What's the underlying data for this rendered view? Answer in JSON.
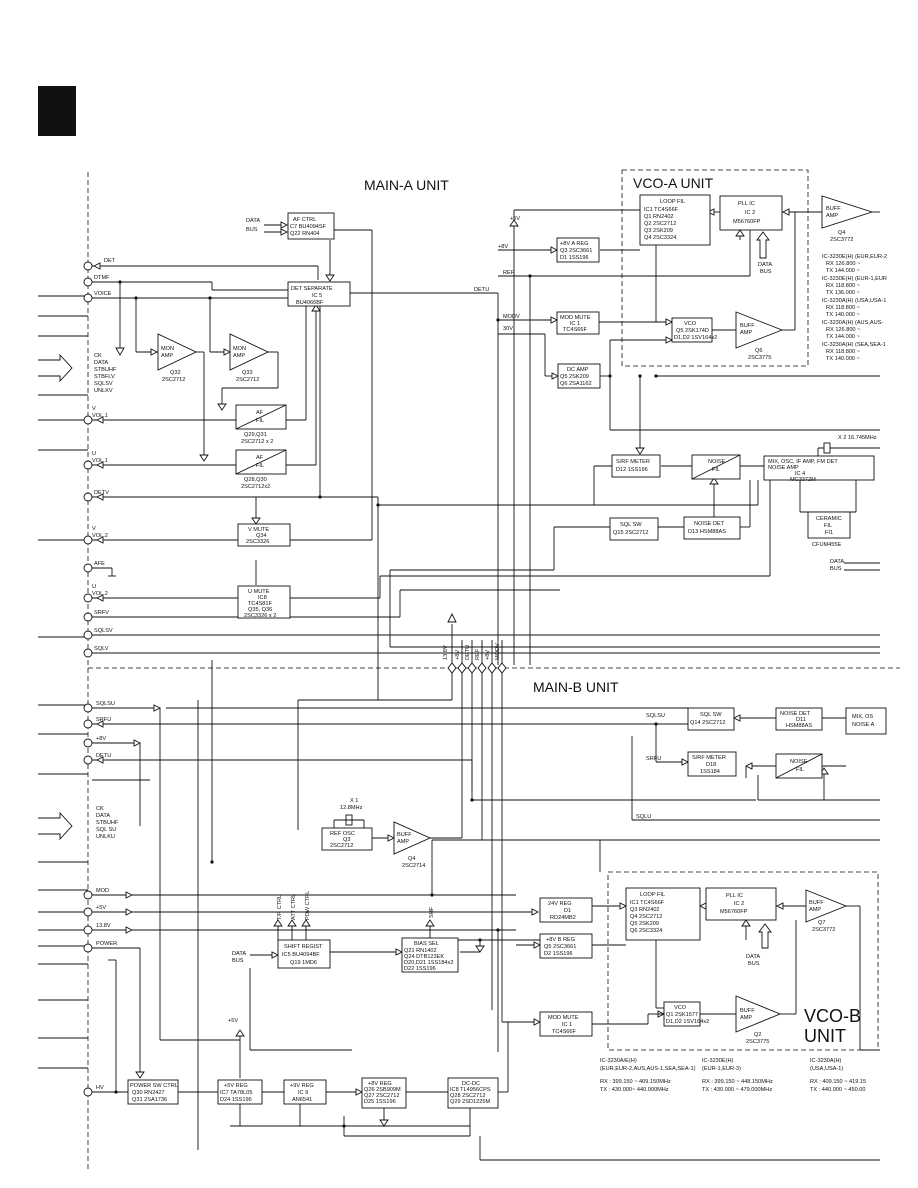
{
  "units": {
    "main_a": "MAIN-A UNIT",
    "vco_a": "VCO-A UNIT",
    "main_b": "MAIN-B UNIT",
    "vco_b_line1": "VCO-B",
    "vco_b_line2": "UNIT"
  },
  "connector_a": {
    "det": "DET",
    "dtmf": "DTMF",
    "voice": "VOICE",
    "bus_lines": [
      "CK",
      "DATA",
      "STBUHF",
      "STBFLV",
      "SQLSV",
      "UNLKV"
    ],
    "v_vol1": [
      "V",
      "VOL.1"
    ],
    "u_vol1": [
      "U",
      "VOL.1"
    ],
    "detv": "DETV",
    "v_vol2": [
      "V",
      "VOL.2"
    ],
    "afe": "AFE",
    "u_vol2": [
      "U",
      "VOL.2"
    ],
    "srfv": "SRFV",
    "sqlsv": "SQLSV",
    "sqlv": "SQLV"
  },
  "connector_b": {
    "sqlsu": "SQLSU",
    "srfu": "SRFU",
    "p8v": "+8V",
    "detu": "DETU",
    "bus_lines": [
      "CK",
      "DATA",
      "STBUHF",
      "SQL SU",
      "UNLKU"
    ],
    "mod": "MOD",
    "p5v": "+5V",
    "p138v": "13.8V",
    "power": "POWER",
    "hv": "HV"
  },
  "main_a": {
    "af_ctrl": [
      "AF CTRL",
      "C7 BU4094SF",
      "Q22 RN404"
    ],
    "data": "DATA",
    "bus": "BUS",
    "det_sep": [
      "DET SEPARATE",
      "IC 5",
      "BU4066BF"
    ],
    "detu": "DETU",
    "mon_amp_1": [
      "MON",
      "AMP"
    ],
    "q32": [
      "Q32",
      "2SC2712"
    ],
    "mon_amp_2": [
      "MON",
      "AMP"
    ],
    "q33": [
      "Q33",
      "2SC2712"
    ],
    "af_fil_v": [
      "AF",
      "FIL"
    ],
    "q29": [
      "Q29,Q31",
      "2SC2712 x 2"
    ],
    "af_fil_u": [
      "AF",
      "FIL"
    ],
    "q28": [
      "Q28,Q30",
      "2SC2712x2"
    ],
    "v_mute": [
      "V MUTE",
      "Q34",
      "2SC3326"
    ],
    "u_mute": [
      "U MUTE",
      "IC8",
      "TC4S81F",
      "Q35, Q36",
      "2SC3326 x 2"
    ],
    "p8v_areg": [
      "+8V A REG",
      "Q3 2SC3661",
      "D1 1SS196"
    ],
    "p5v": "+5V",
    "p8v": "+8V",
    "ref": "REF",
    "modv": "MODV",
    "p30v": "30V",
    "mod_mute": [
      "MOD MUTE",
      "IC 1",
      "TC4S66F"
    ],
    "dc_amp": [
      "DC AMP",
      "Q5 2SK209",
      "Q6 2SA1162"
    ],
    "sr_meter": [
      "S/RF METER",
      "D12 1SS196"
    ],
    "noise_fil": [
      "NOISE",
      "FIL"
    ],
    "mix": [
      "MIX, OSC, IF AMP, FM DET",
      "NOISE  AMP",
      "IC 4",
      "MC3372M"
    ],
    "x2": "X 2  16.745MHz",
    "noise_det": [
      "NOISE DET",
      "D13  HSM88AS"
    ],
    "sql_sw": [
      "SQL SW",
      "Q15 2SC2712"
    ],
    "ceramic": [
      "CERAMIC",
      "FIL",
      "FI1"
    ],
    "cfum": "CFUM455E",
    "data_bus_r": [
      "DATA",
      "BUS"
    ],
    "vert_labels": [
      "13.8V",
      "+8V",
      "DETU",
      "REF",
      "+8V",
      "MODV"
    ],
    "p5v_top": "+5V"
  },
  "vco_a": {
    "loop_fil": [
      "LOOP FIL",
      "IC1  TC4S66F",
      "Q1   RN2402",
      "Q2   2SC2712",
      "Q3   2SK209",
      "Q4   2SC3324"
    ],
    "pll": [
      "PLL  IC",
      "IC 2",
      "M56760FP"
    ],
    "buff_amp": [
      "BUFF",
      "AMP"
    ],
    "q4": [
      "Q4",
      "2SC3772"
    ],
    "data_bus": [
      "DATA",
      "BUS"
    ],
    "vco": [
      "VCO",
      "Q5 2SK174D",
      "D1,D2 1SV164x2"
    ],
    "buff_amp2": [
      "BUFF",
      "AMP"
    ],
    "q6": [
      "Q6",
      "2SC3775"
    ],
    "freq_notes": [
      "IC-3230E(H) (EUR,EUR-2",
      "RX  126.800 ~",
      "TX  144.000 ~",
      "IC-3230E(H) (EUR-1,EUR",
      "RX  118.800 ~",
      "TX  136.000 ~",
      "IC-3230A(H) (USA,USA-1",
      "RX  118.800 ~",
      "TX  140.000 ~",
      "IC-3230A(H) (AUS,AUS-",
      "RX  126.800 ~",
      "TX  144.000 ~",
      "IC-3230A(H) (SEA,SEA-1",
      "RX  118.800 ~",
      "TX  140.000 ~"
    ]
  },
  "main_b": {
    "sqlsu": "SQLSU",
    "srfu": "SRFU",
    "sqlu": "SQLU",
    "sql_sw": [
      "SQL SW",
      "Q14 2SC2712"
    ],
    "noise_det": [
      "NOISE DET",
      "D11",
      "HSM88AS"
    ],
    "mix": [
      "MIX, OS",
      "NOISE  A"
    ],
    "sr_meter": [
      "S/RF METER",
      "D18",
      "1SS184"
    ],
    "noise_fil": [
      "NOISE",
      "FIL"
    ],
    "x1": [
      "X 1",
      "12.8MHz"
    ],
    "ref_osc": [
      "REF OSC",
      "Q3",
      "2SC2712"
    ],
    "buff_amp": [
      "BUFF",
      "AMP"
    ],
    "q4": [
      "Q4",
      "2SC2714"
    ],
    "tx_labels": [
      "T/R CTRL",
      "ATT CTRL",
      "PDW CTRL"
    ],
    "shf": "SHF",
    "shift": [
      "SHIFT REGIST",
      "IC5 BU4094BF",
      "Q19 1MD6"
    ],
    "data": "DATA",
    "bus": "BUS",
    "bias": [
      "BIAS   SEL",
      "Q21  RN1402",
      "Q24  DTB123EK",
      "D20,D21  1SS184x2",
      "D22  1SS196"
    ],
    "p24v": [
      "24V REG",
      "D1",
      "RD24MB2"
    ],
    "p8v_breg": [
      "+8V B REG",
      "Q5 2SC3661",
      "D2 1SS196"
    ],
    "mod_mute": [
      "MOD MUTE",
      "IC 1",
      "TC4S66F"
    ],
    "power_sw": [
      "POWER SW CTRL",
      "Q30 RN2427",
      "Q31 2SA1736"
    ],
    "p5v_reg": [
      "+5V  REG",
      "IC7 TA78L05",
      "D24 1SS196"
    ],
    "p9v_reg": [
      "+9V REG",
      "IC 9",
      "AN6541"
    ],
    "p8v_reg": [
      "+8V  REG",
      "Q26 2SB909M",
      "Q27 2SC2712",
      "D25 1SS196"
    ],
    "dcdc": [
      "DC-DC",
      "IC8 TL4956CPS",
      "Q28 2SC2712",
      "Q29 2SD1225M"
    ],
    "p5v": "+5V"
  },
  "vco_b": {
    "loop_fil": [
      "LOOP FIL",
      "IC1  TC4S66F",
      "Q3   RN2402",
      "Q4   2SC2712",
      "Q5   2SK209",
      "Q6   2SC3324"
    ],
    "pll": [
      "PLL  IC",
      "IC 2",
      "M56760FP"
    ],
    "buff_amp": [
      "BUFF",
      "AMP"
    ],
    "q7": [
      "Q7",
      "2SC3772"
    ],
    "data_bus": [
      "DATA",
      "BUS"
    ],
    "vco": [
      "VCO",
      "Q1 2SK1577",
      "D1,D2 1SV164x2"
    ],
    "buff_amp2": [
      "BUFF",
      "AMP"
    ],
    "q2": [
      "Q2",
      "2SC3775"
    ],
    "bottom_notes": [
      [
        "IC-3230A/E(H)",
        "(EUR,EUR-2,AUS,AUS-1,SEA,SEA-1)",
        "RX : 399.150 ~ 409.150MHz",
        "TX : 430.000~ 440.000MHz"
      ],
      [
        "IC-3230E(H)",
        "(EUR-1,EUR-3)",
        "RX : 399.150 ~ 448.150MHz",
        "TX : 430.000 ~ 479.000MHz"
      ],
      [
        "IC-3230A(H)",
        "(USA,USA-1)",
        "RX : 409.150 ~ 419.15",
        "TX : 440.000 ~ 450.00"
      ]
    ]
  }
}
